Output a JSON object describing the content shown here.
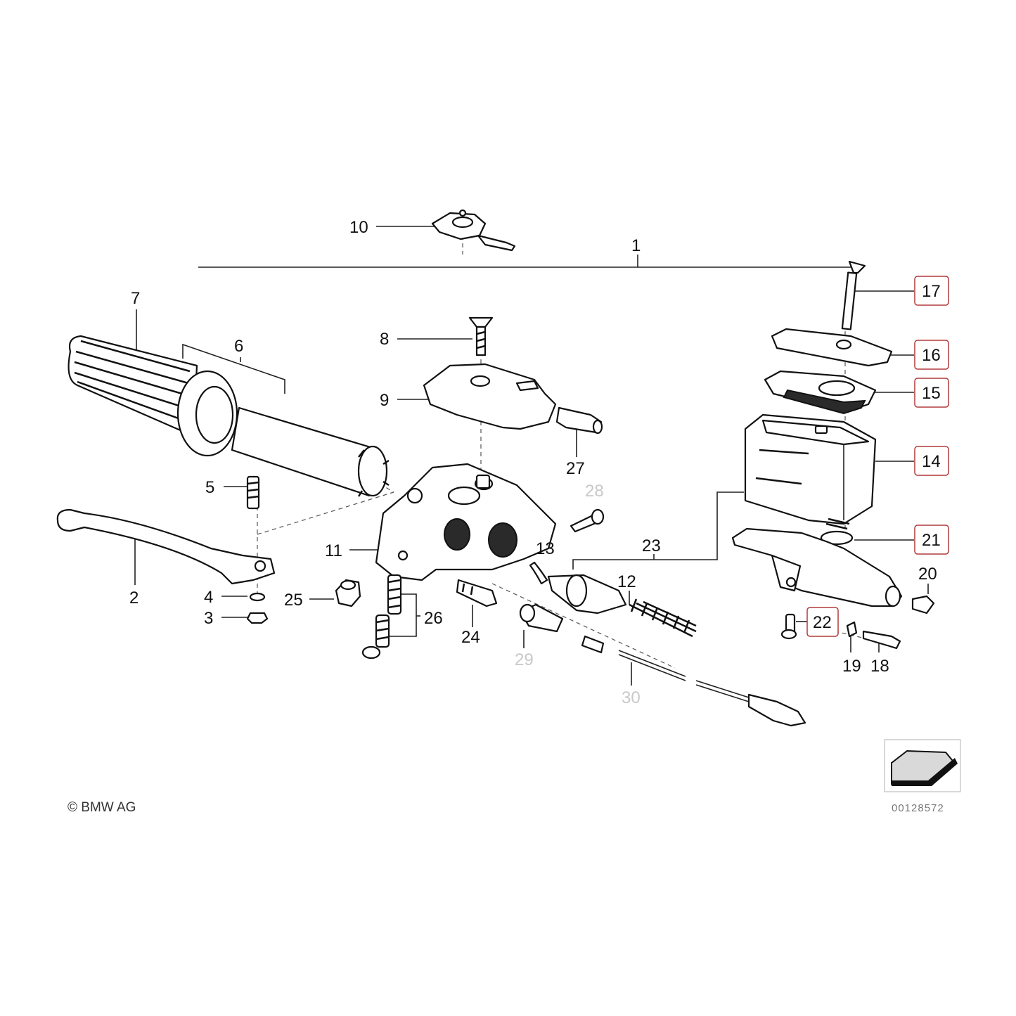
{
  "copyright": "© BMW AG",
  "drawing_number": "00128572",
  "callouts": [
    {
      "id": "1",
      "label": "1"
    },
    {
      "id": "2",
      "label": "2"
    },
    {
      "id": "3",
      "label": "3"
    },
    {
      "id": "4",
      "label": "4"
    },
    {
      "id": "5",
      "label": "5"
    },
    {
      "id": "6",
      "label": "6"
    },
    {
      "id": "7",
      "label": "7"
    },
    {
      "id": "8",
      "label": "8"
    },
    {
      "id": "9",
      "label": "9"
    },
    {
      "id": "10",
      "label": "10"
    },
    {
      "id": "11",
      "label": "11"
    },
    {
      "id": "12",
      "label": "12"
    },
    {
      "id": "13",
      "label": "13"
    },
    {
      "id": "14",
      "label": "14"
    },
    {
      "id": "15",
      "label": "15"
    },
    {
      "id": "16",
      "label": "16"
    },
    {
      "id": "17",
      "label": "17"
    },
    {
      "id": "18",
      "label": "18"
    },
    {
      "id": "19",
      "label": "19"
    },
    {
      "id": "20",
      "label": "20"
    },
    {
      "id": "21",
      "label": "21"
    },
    {
      "id": "22",
      "label": "22"
    },
    {
      "id": "23",
      "label": "23"
    },
    {
      "id": "24",
      "label": "24"
    },
    {
      "id": "25",
      "label": "25"
    },
    {
      "id": "26",
      "label": "26"
    },
    {
      "id": "27",
      "label": "27"
    },
    {
      "id": "28",
      "label": "28"
    },
    {
      "id": "29",
      "label": "29"
    },
    {
      "id": "30",
      "label": "30"
    }
  ],
  "colors": {
    "highlight_box": "#b23a3a",
    "faint_label": "#c8c8c8",
    "line": "#111111"
  }
}
